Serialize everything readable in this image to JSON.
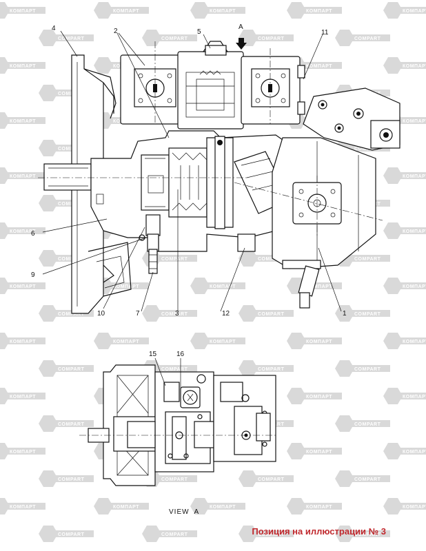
{
  "watermark": {
    "text": "КОМПАРТ",
    "text_alt": "COMPART",
    "color": "#d9d9d9"
  },
  "main_view": {
    "arrow_label": "A",
    "callouts": [
      {
        "id": "4",
        "label": "4"
      },
      {
        "id": "2",
        "label": "2"
      },
      {
        "id": "5",
        "label": "5"
      },
      {
        "id": "11",
        "label": "11"
      },
      {
        "id": "6",
        "label": "6"
      },
      {
        "id": "9",
        "label": "9"
      },
      {
        "id": "10",
        "label": "10"
      },
      {
        "id": "7",
        "label": "7"
      },
      {
        "id": "3",
        "label": "3"
      },
      {
        "id": "12",
        "label": "12"
      },
      {
        "id": "1",
        "label": "1"
      }
    ]
  },
  "view_a": {
    "title": "VIEW  A",
    "callouts": [
      {
        "id": "15",
        "label": "15"
      },
      {
        "id": "16",
        "label": "16"
      }
    ]
  },
  "caption": {
    "text": "Позиция на иллюстрации № 3",
    "color": "#c0282d"
  }
}
